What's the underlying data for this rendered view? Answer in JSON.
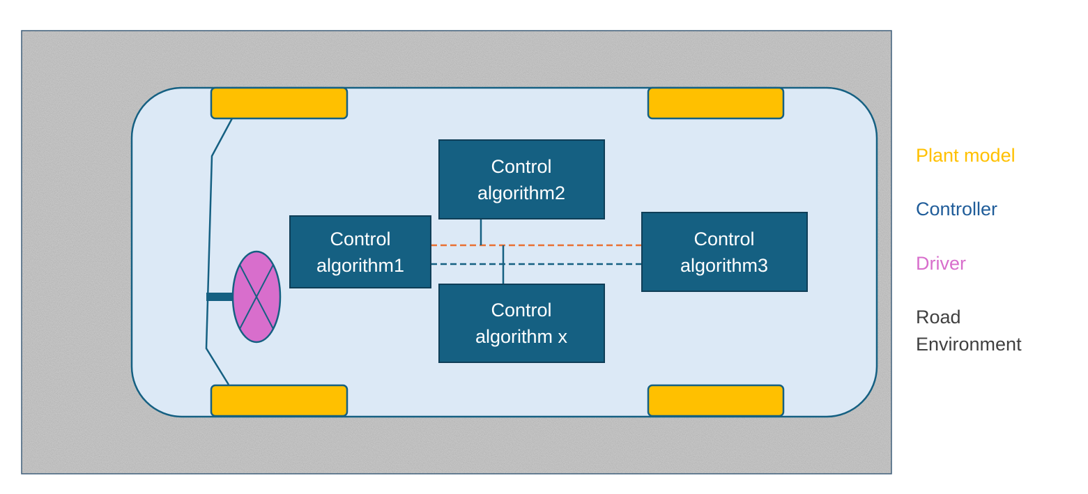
{
  "colors": {
    "plant": "#FFC000",
    "controller": "#156082",
    "controller_legend": "#1F5C99",
    "driver": "#D86ECC",
    "driver_legend": "#D86ECC",
    "road_legend": "#404040",
    "car_body": "#DCE9F6",
    "signal_orange": "#E97132"
  },
  "blocks": {
    "algo1": {
      "line1": "Control",
      "line2": "algorithm1"
    },
    "algo2": {
      "line1": "Control",
      "line2": "algorithm2"
    },
    "algo3": {
      "line1": "Control",
      "line2": "algorithm3"
    },
    "algox": {
      "line1": "Control",
      "line2": "algorithm x"
    }
  },
  "legend": {
    "plant": "Plant model",
    "controller": "Controller",
    "driver": "Driver",
    "road_line1": "Road",
    "road_line2": "Environment"
  }
}
